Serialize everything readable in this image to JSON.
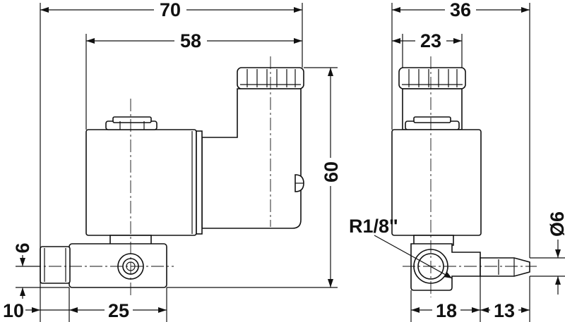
{
  "drawing": {
    "dimensions": {
      "overall_width": "70",
      "coil_width": "58",
      "height": "60",
      "side_width": "36",
      "coil_depth": "23",
      "thread_label": "R1/8\"",
      "thread_offset_vertical": "6",
      "thread_offset_horizontal": "10",
      "port_spacing": "25",
      "side_body": "18",
      "hose_length": "13",
      "hose_diameter": "Ø6"
    }
  }
}
